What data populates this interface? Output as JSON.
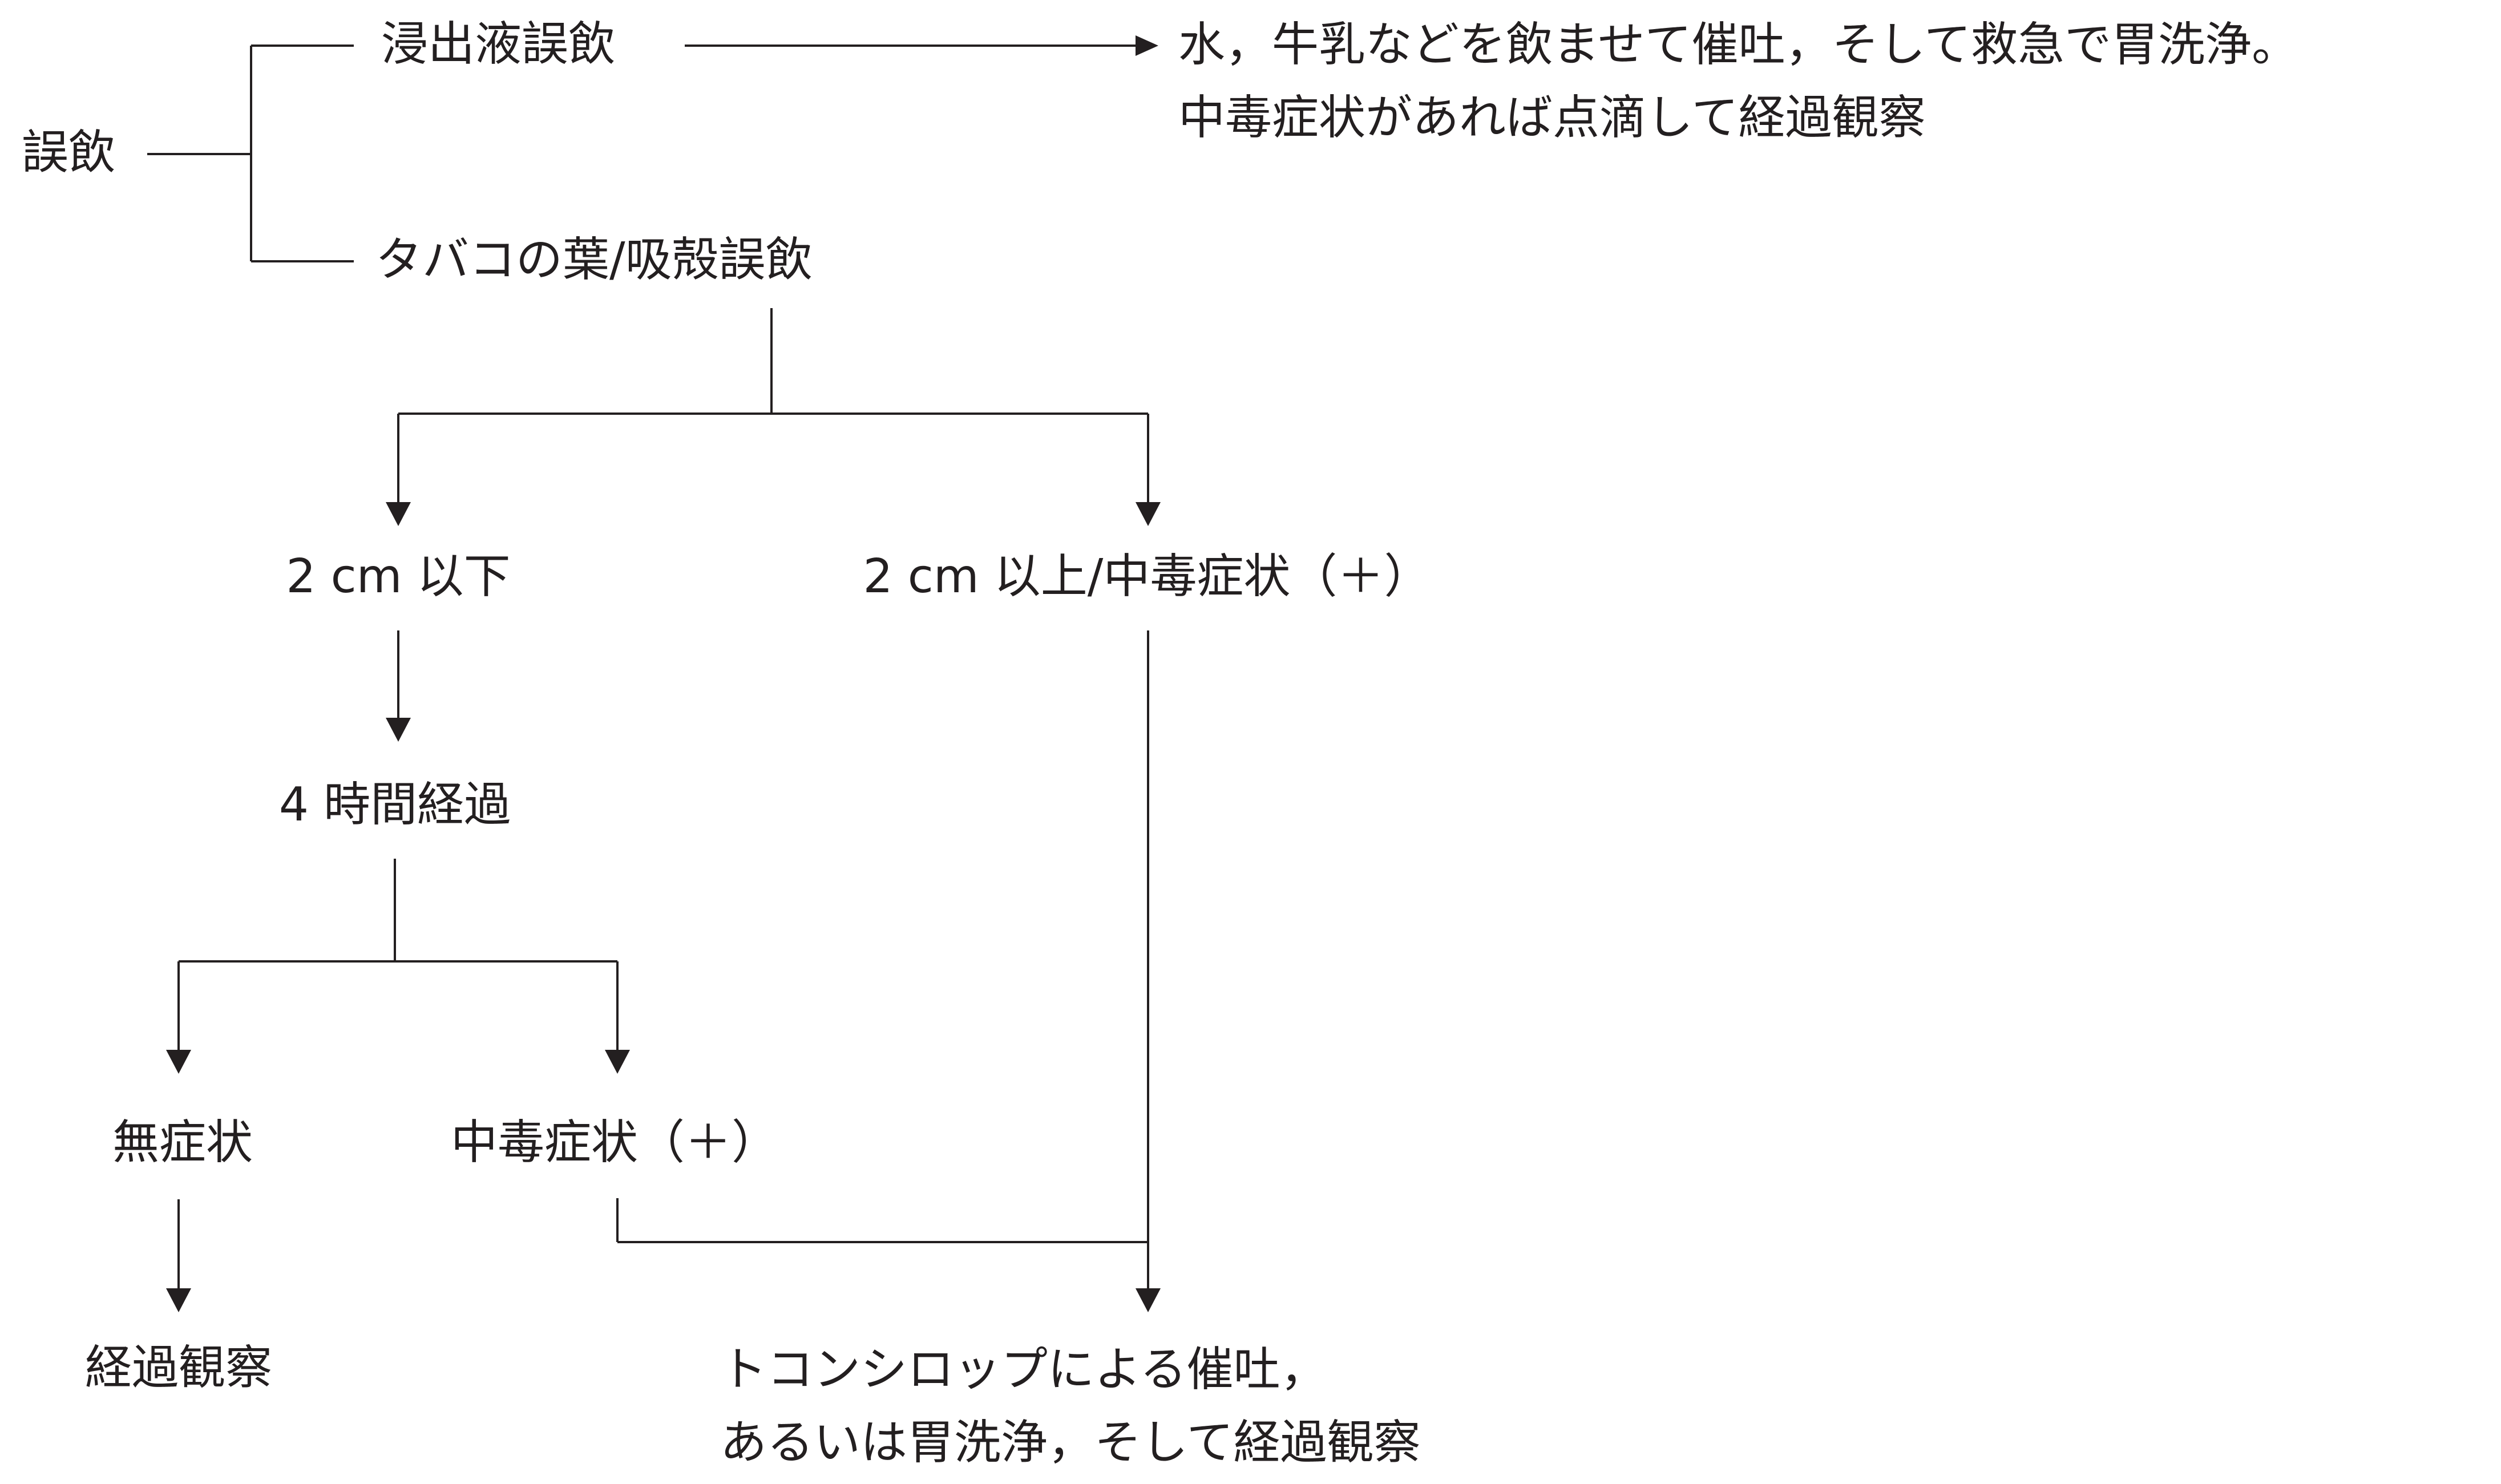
{
  "colors": {
    "line": "#231f20",
    "text": "#231f20",
    "background": "#ffffff"
  },
  "diagram": {
    "root": "誤飲",
    "infusion": "浸出液誤飲",
    "infusion_action_line1": "水，牛乳などを飲ませて催吐，そして救急で胃洗浄。",
    "infusion_action_line2": "中毒症状があれば点滴して経過観察",
    "leaf": "タバコの葉/吸殻誤飲",
    "under_2cm": "2 cm 以下",
    "over_2cm": "2 cm 以上/中毒症状（＋）",
    "wait_4h": "4 時間経過",
    "no_symptoms": "無症状",
    "symptoms": "中毒症状（＋）",
    "observe": "経過観察",
    "emesis_line1": "トコンシロップによる催吐，",
    "emesis_line2": "あるいは胃洗浄，そして経過観察"
  }
}
